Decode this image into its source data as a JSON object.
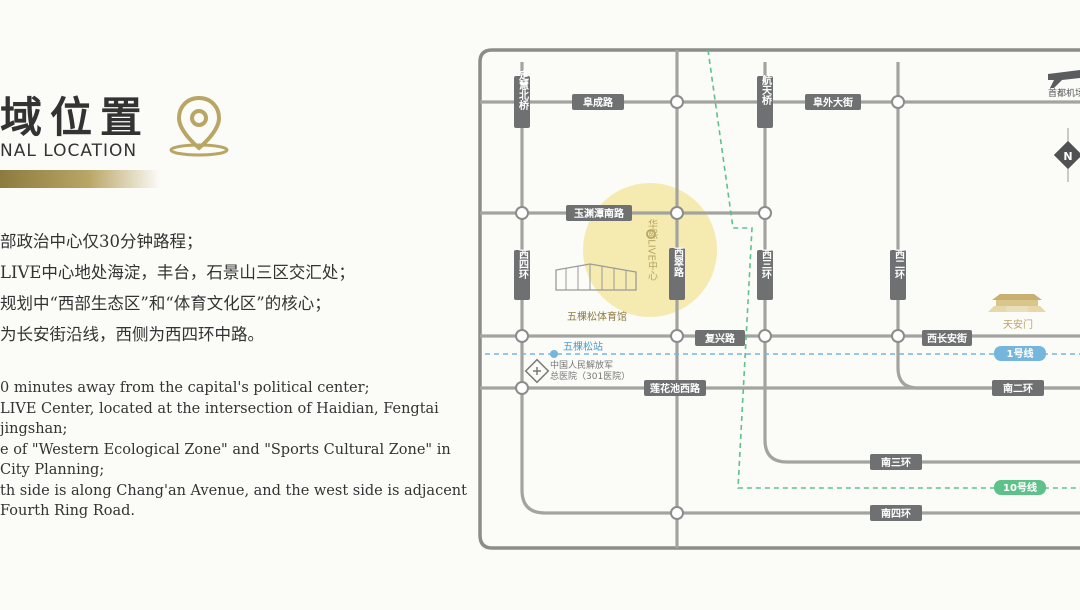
{
  "header": {
    "title": "域位置",
    "subtitle": "NAL LOCATION"
  },
  "description_cn": [
    "部政治中心仅30分钟路程；",
    "LIVE中心地处海淀，丰台，石景山三区交汇处；",
    "规划中“西部生态区”和“体育文化区”的核心；",
    "为长安街沿线，西侧为西四环中路。"
  ],
  "description_en": [
    "0 minutes away from the capital's political center;",
    "LIVE Center, located at the intersection of Haidian, Fengtai",
    "jingshan;",
    "e of \"Western Ecological Zone\" and \"Sports Cultural Zone\" in",
    "City Planning;",
    "th side is along Chang'an Avenue, and the west side is adjacent",
    "Fourth Ring Road."
  ],
  "map": {
    "roads": {
      "dinghui": "定慧北桥",
      "fucheng": "阜成路",
      "hangtian": "航天桥",
      "fuwai": "阜外大街",
      "yuyuantan": "玉渊潭南路",
      "xisihuan": "西四环",
      "xisanhuan": "西三环",
      "xierhuan": "西二环",
      "xidiao": "西翠路",
      "fuxing": "复兴路",
      "xichangan": "西长安街",
      "lianhuachi": "莲花池西路",
      "naner": "南二环",
      "nansan": "南三环",
      "nansi": "南四环"
    },
    "poi": {
      "center": "华熙LIVE中心",
      "stadium": "五棵松体育馆",
      "station": "五棵松站",
      "hospital_line1": "中国人民解放军",
      "hospital_line2": "总医院（301医院）",
      "tiananmen": "天安门",
      "airport": "首都机场"
    },
    "metro": {
      "line1": "1号线",
      "line10": "10号线"
    },
    "compass": "N",
    "colors": {
      "road_label": "#6e7072",
      "highlight": "#f3e7a4",
      "line1": "#74b6dc",
      "line10": "#5ec18a",
      "gold": "#b9a564"
    }
  }
}
